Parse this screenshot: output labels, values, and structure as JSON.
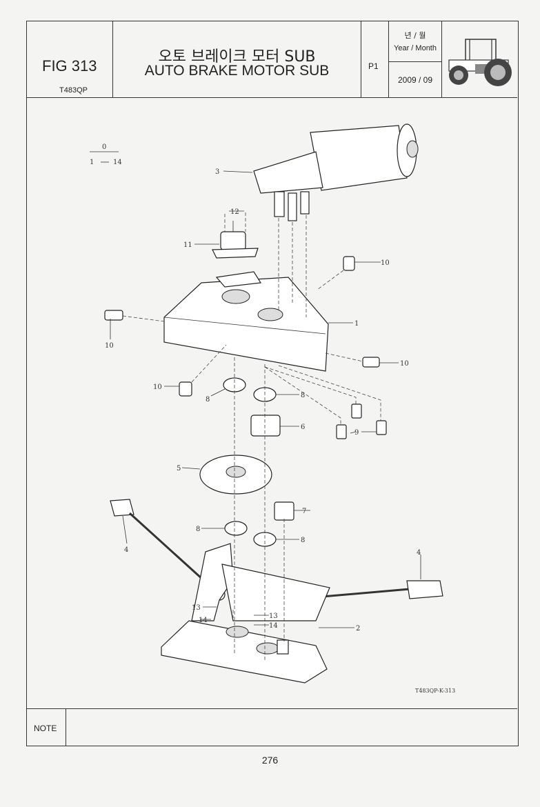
{
  "header": {
    "fig_number": "FIG 313",
    "model_code": "T483QP",
    "title_ko": "오토 브레이크 모터 SUB",
    "title_en": "AUTO BRAKE MOTOR SUB",
    "page_code": "P1",
    "year_month_label_ko": "년 / 월",
    "year_month_label_en": "Year / Month",
    "year_month_value": "2009 / 09",
    "tractor_icon": "tractor-icon"
  },
  "diagram": {
    "legend_top": "0",
    "legend_left": "1",
    "legend_right": "14",
    "drawing_code": "T483QP-K-313",
    "callouts": [
      {
        "id": "c3",
        "label": "3"
      },
      {
        "id": "c12",
        "label": "12"
      },
      {
        "id": "c11",
        "label": "11"
      },
      {
        "id": "c10a",
        "label": "10"
      },
      {
        "id": "c1",
        "label": "1"
      },
      {
        "id": "c10b",
        "label": "10"
      },
      {
        "id": "c10c",
        "label": "10"
      },
      {
        "id": "c10d",
        "label": "10"
      },
      {
        "id": "c8a",
        "label": "8"
      },
      {
        "id": "c8b",
        "label": "8"
      },
      {
        "id": "c6",
        "label": "6"
      },
      {
        "id": "c9",
        "label": "9"
      },
      {
        "id": "c5",
        "label": "5"
      },
      {
        "id": "c7",
        "label": "7"
      },
      {
        "id": "c4a",
        "label": "4"
      },
      {
        "id": "c8c",
        "label": "8"
      },
      {
        "id": "c8d",
        "label": "8"
      },
      {
        "id": "c4b",
        "label": "4"
      },
      {
        "id": "c13a",
        "label": "13"
      },
      {
        "id": "c14a",
        "label": "14"
      },
      {
        "id": "c13b",
        "label": "13"
      },
      {
        "id": "c14b",
        "label": "14"
      },
      {
        "id": "c2",
        "label": "2"
      }
    ]
  },
  "note": {
    "label": "NOTE",
    "text": ""
  },
  "page_number": "276"
}
